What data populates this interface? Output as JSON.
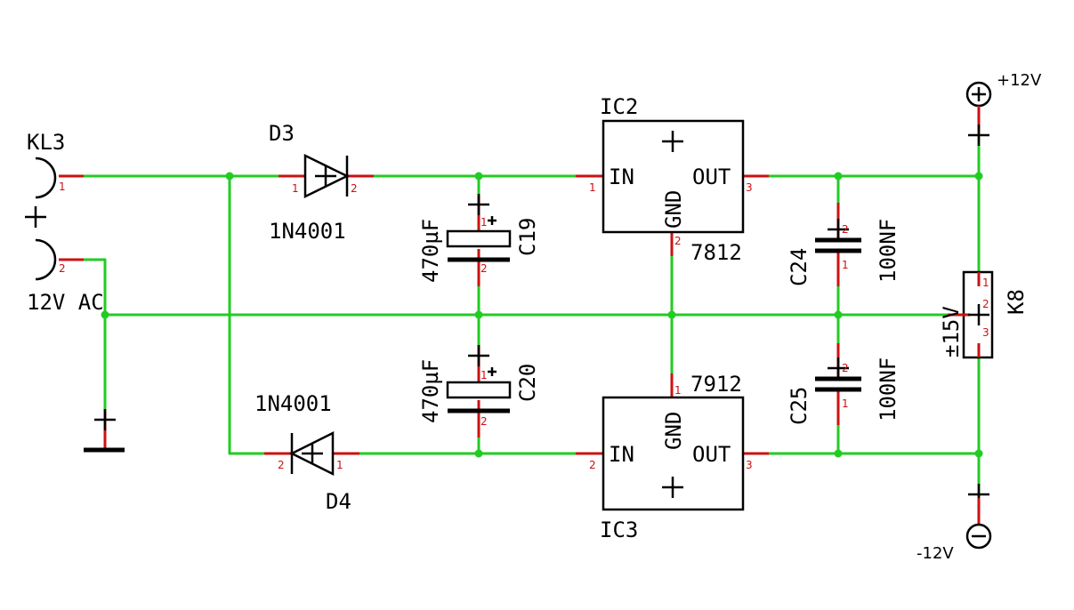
{
  "connector_in": {
    "ref": "KL3",
    "label": "12V AC",
    "pin1": "1",
    "pin2": "2"
  },
  "d3": {
    "ref": "D3",
    "value": "1N4001",
    "pin1": "1",
    "pin2": "2"
  },
  "d4": {
    "ref": "D4",
    "value": "1N4001",
    "pin1": "1",
    "pin2": "2"
  },
  "c19": {
    "ref": "C19",
    "value": "470µF",
    "pin1": "1",
    "pin2": "2"
  },
  "c20": {
    "ref": "C20",
    "value": "470µF",
    "pin1": "1",
    "pin2": "2"
  },
  "ic2": {
    "ref": "IC2",
    "value": "7812",
    "in": "IN",
    "out": "OUT",
    "gnd": "GND",
    "pin_in": "1",
    "pin_gnd": "2",
    "pin_out": "3"
  },
  "ic3": {
    "ref": "IC3",
    "value": "7912",
    "in": "IN",
    "out": "OUT",
    "gnd": "GND",
    "pin_in": "2",
    "pin_gnd": "1",
    "pin_out": "3"
  },
  "c24": {
    "ref": "C24",
    "value": "100NF",
    "pin1": "1",
    "pin2": "2"
  },
  "c25": {
    "ref": "C25",
    "value": "100NF",
    "pin1": "1",
    "pin2": "2"
  },
  "k8": {
    "ref": "K8",
    "label": "±15V",
    "pin1": "1",
    "pin2": "2",
    "pin3": "3"
  },
  "supply_pos": {
    "label": "+12V"
  },
  "supply_neg": {
    "label": "-12V"
  }
}
